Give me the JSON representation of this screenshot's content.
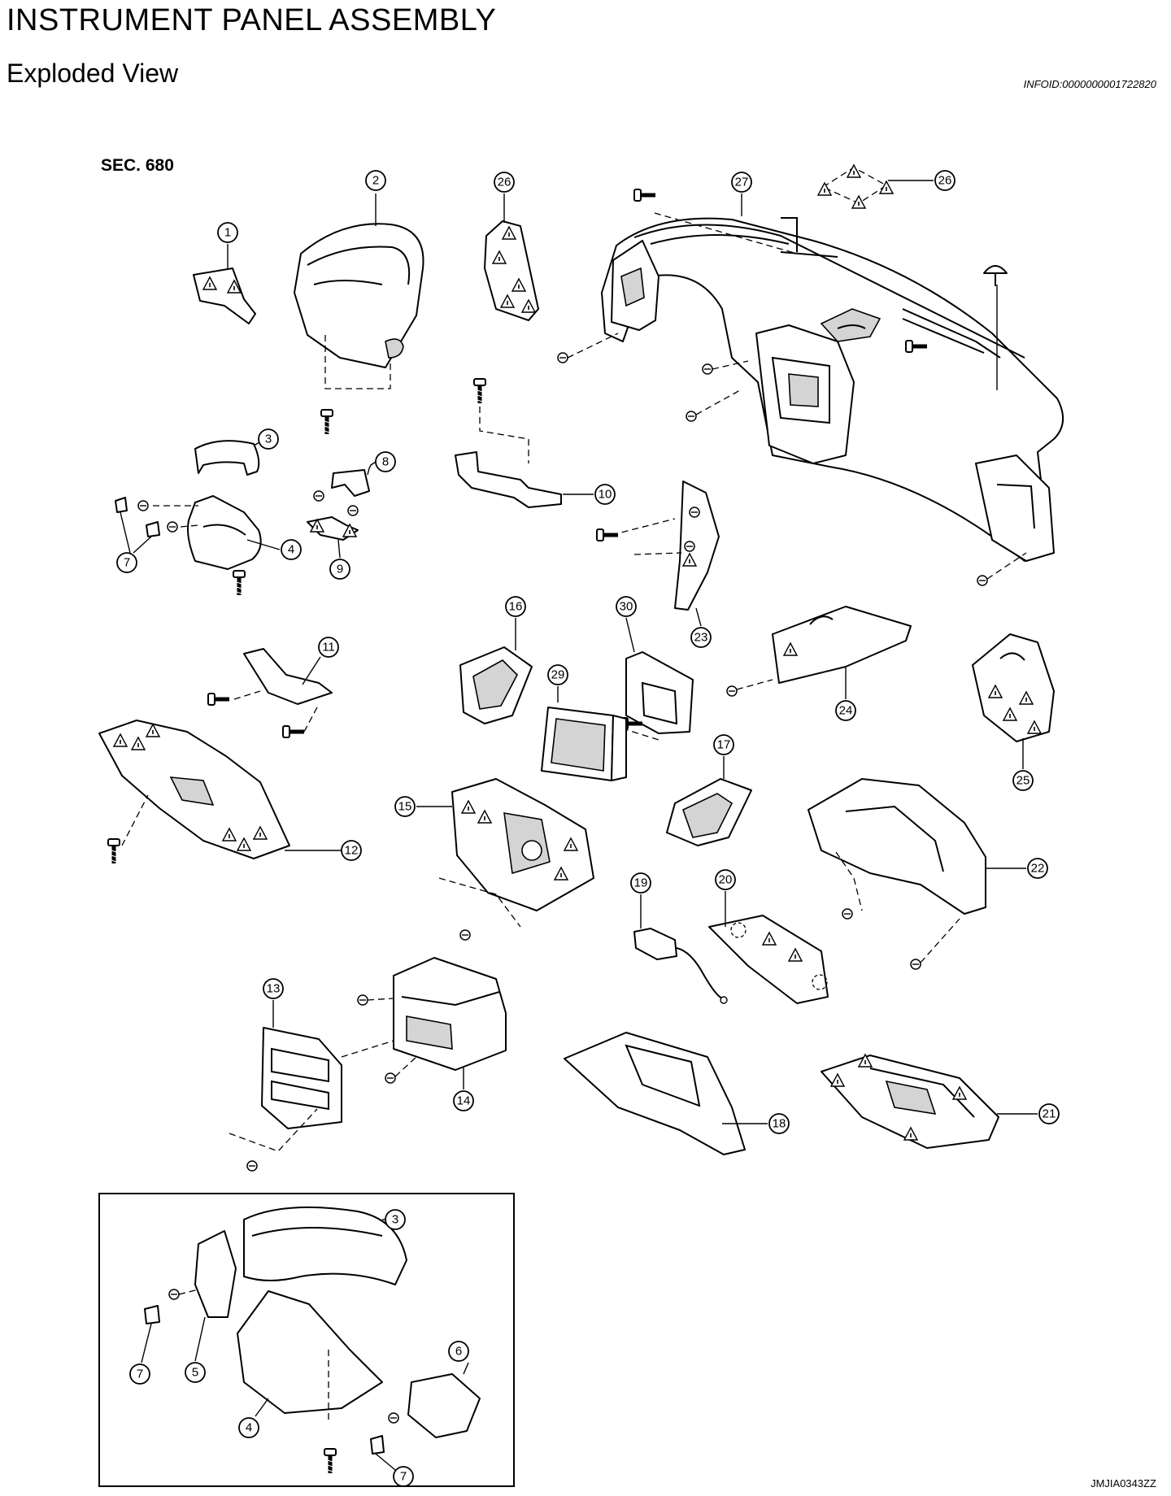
{
  "header": {
    "title": "INSTRUMENT PANEL ASSEMBLY",
    "subtitle": "Exploded View",
    "info_id": "INFOID:0000000001722820"
  },
  "diagram": {
    "section": "SEC. 680",
    "figure_id": "JMJIA0343ZZ",
    "callouts": [
      {
        "id": "c1",
        "label": "1"
      },
      {
        "id": "c2",
        "label": "2"
      },
      {
        "id": "c3",
        "label": "3"
      },
      {
        "id": "c4",
        "label": "4"
      },
      {
        "id": "c7a",
        "label": "7"
      },
      {
        "id": "c8",
        "label": "8"
      },
      {
        "id": "c9",
        "label": "9"
      },
      {
        "id": "c10",
        "label": "10"
      },
      {
        "id": "c11",
        "label": "11"
      },
      {
        "id": "c12",
        "label": "12"
      },
      {
        "id": "c13",
        "label": "13"
      },
      {
        "id": "c14",
        "label": "14"
      },
      {
        "id": "c15",
        "label": "15"
      },
      {
        "id": "c16",
        "label": "16"
      },
      {
        "id": "c17",
        "label": "17"
      },
      {
        "id": "c18",
        "label": "18"
      },
      {
        "id": "c19",
        "label": "19"
      },
      {
        "id": "c20",
        "label": "20"
      },
      {
        "id": "c21",
        "label": "21"
      },
      {
        "id": "c22",
        "label": "22"
      },
      {
        "id": "c23",
        "label": "23"
      },
      {
        "id": "c24",
        "label": "24"
      },
      {
        "id": "c25",
        "label": "25"
      },
      {
        "id": "c26a",
        "label": "26"
      },
      {
        "id": "c26b",
        "label": "26"
      },
      {
        "id": "c27",
        "label": "27"
      },
      {
        "id": "c29",
        "label": "29"
      },
      {
        "id": "c30",
        "label": "30"
      },
      {
        "id": "i3",
        "label": "3"
      },
      {
        "id": "i4",
        "label": "4"
      },
      {
        "id": "i5",
        "label": "5"
      },
      {
        "id": "i6",
        "label": "6"
      },
      {
        "id": "i7a",
        "label": "7"
      },
      {
        "id": "i7b",
        "label": "7"
      }
    ]
  }
}
